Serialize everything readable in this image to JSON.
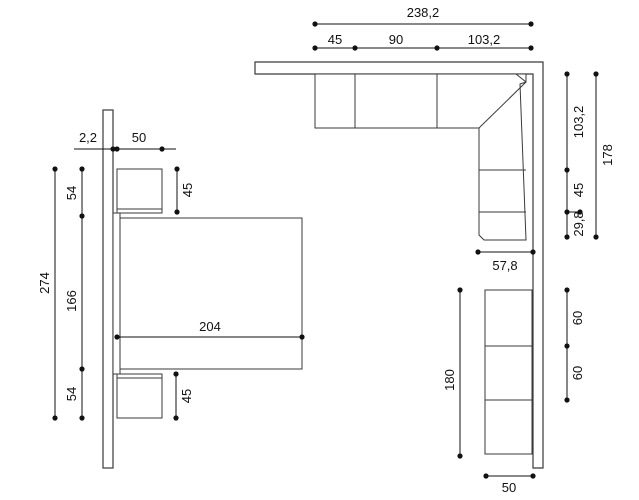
{
  "dimensions": {
    "top_total": "238,2",
    "top_seg_a": "45",
    "top_seg_b": "90",
    "top_seg_c": "103,2",
    "right_upper": "103,2",
    "right_mid": "45",
    "right_small": "29,8",
    "right_total": "178",
    "corner_gap": "57,8",
    "sofa_len": "180",
    "seat_a": "60",
    "seat_b": "60",
    "sofa_depth": "50",
    "left_wall": "2,2",
    "left_depth": "50",
    "left_top": "54",
    "left_mid": "166",
    "left_bottom": "54",
    "left_total": "274",
    "nightstand_top": "45",
    "nightstand_bottom": "45",
    "bed_len": "204"
  }
}
